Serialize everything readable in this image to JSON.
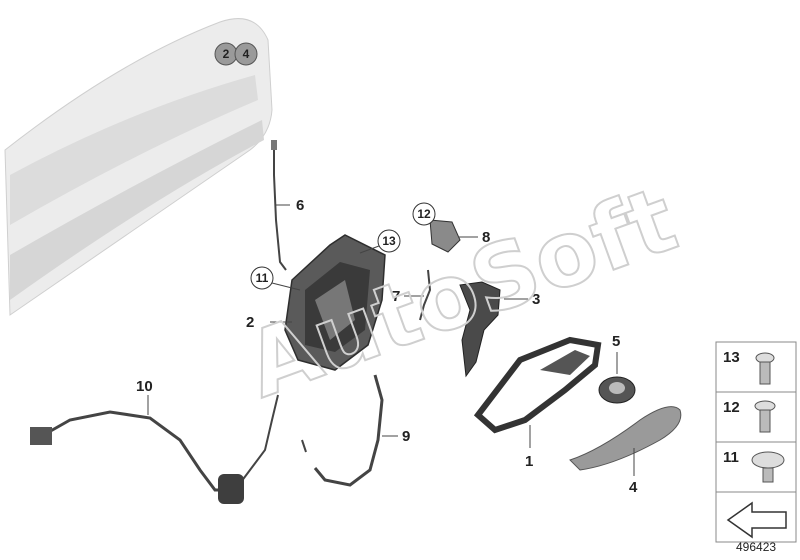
{
  "diagram": {
    "callouts": {
      "c1": "1",
      "c2": "2",
      "c3": "3",
      "c4": "4",
      "c5": "5",
      "c6": "6",
      "c7": "7",
      "c8": "8",
      "c9": "9",
      "c10": "10",
      "c11": "11",
      "c12": "12",
      "c13": "13"
    },
    "circle_callouts": {
      "door_a": "2",
      "door_b": "4"
    },
    "legend": [
      {
        "number": "13",
        "icon": "torx-screw-long"
      },
      {
        "number": "12",
        "icon": "torx-screw-washer"
      },
      {
        "number": "11",
        "icon": "torx-screw-flat"
      }
    ],
    "watermark": "AutoSoft",
    "reference_number": "496423"
  }
}
